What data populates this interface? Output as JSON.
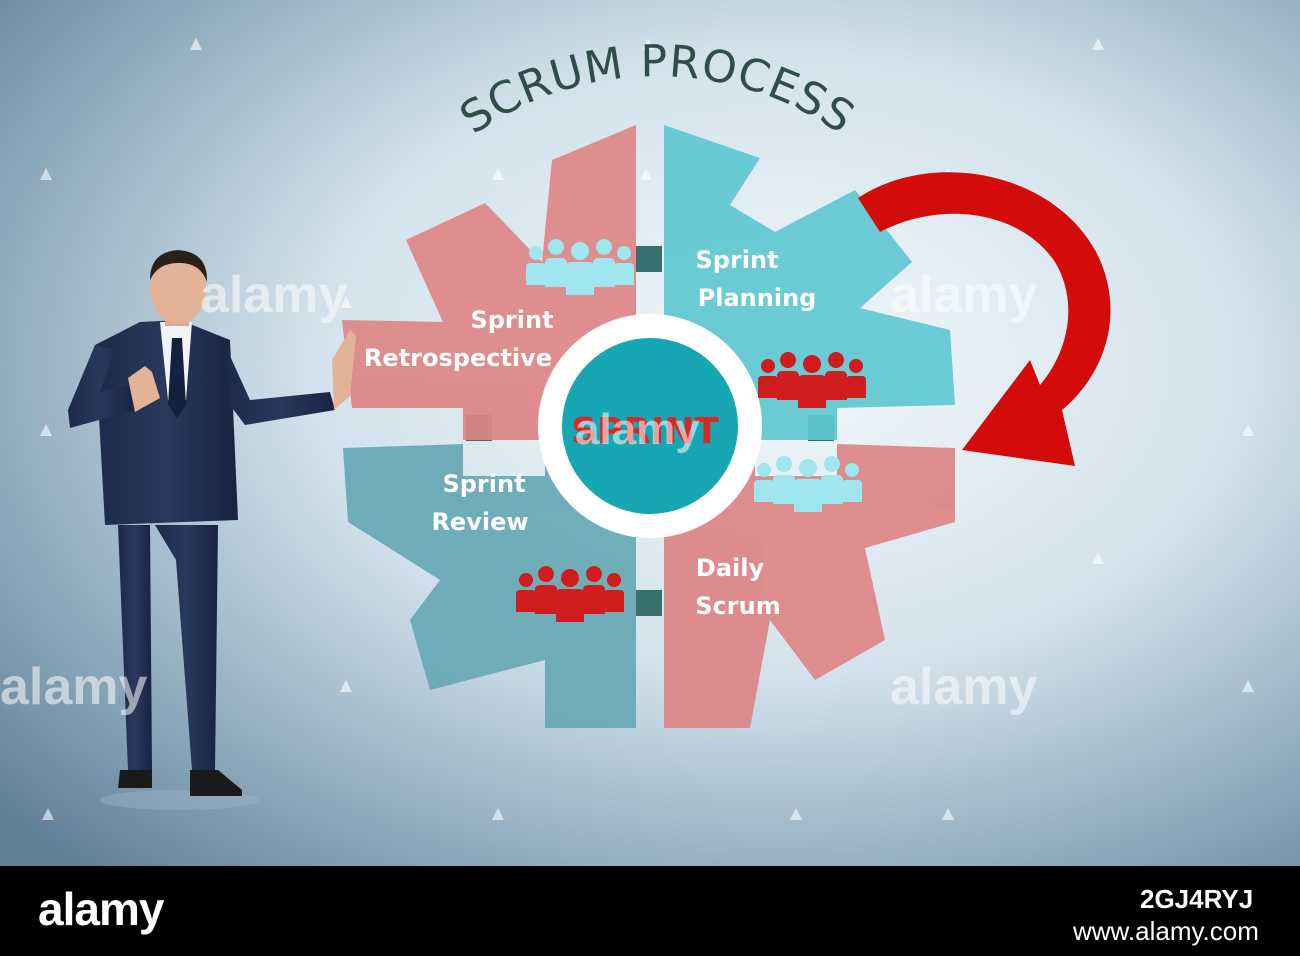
{
  "diagram": {
    "title": "SCRUM PROCESS",
    "center_label": "SPRINT",
    "stages": [
      {
        "label_line1": "Sprint",
        "label_line2": "Planning"
      },
      {
        "label_line1": "Daily",
        "label_line2": "Scrum"
      },
      {
        "label_line1": "Sprint",
        "label_line2": "Review"
      },
      {
        "label_line1": "Sprint",
        "label_line2": "Retrospective"
      }
    ],
    "colors": {
      "teal_segment": "#5fc8d2",
      "blue_segment": "#66a8b4",
      "pink_segment": "#dd8585",
      "center_circle": "#17a6b3",
      "center_text": "#d42a2a",
      "arrow": "#d40b0b",
      "people_red": "#d01c1c",
      "people_light": "#9fe6ee",
      "title": "#2f4d4a"
    }
  },
  "watermark": {
    "brand": "alamy",
    "image_id": "2GJ4RYJ",
    "url": "www.alamy.com"
  }
}
